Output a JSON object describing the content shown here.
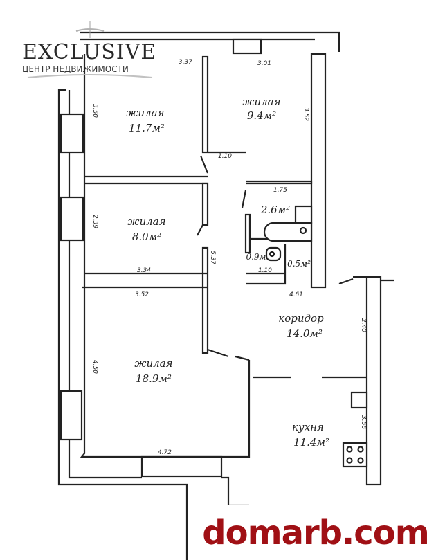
{
  "logo": {
    "title": "EXCLUSIVE",
    "subtitle": "ЦЕНТР НЕДВИЖИМОСТИ"
  },
  "watermark": "domarb.com",
  "rooms": {
    "r1": {
      "name": "жилая",
      "area": "11.7м²"
    },
    "r2": {
      "name": "жилая",
      "area": "9.4м²"
    },
    "r3": {
      "name": "жилая",
      "area": "8.0м²"
    },
    "r4": {
      "name": "жилая",
      "area": "18.9м²"
    },
    "bath": {
      "area": "2.6м²"
    },
    "wc": {
      "area": "0.9м"
    },
    "closet": {
      "area": "0.5м²"
    },
    "corridor": {
      "name": "коридор",
      "area": "14.0м²"
    },
    "kitchen": {
      "name": "кухня",
      "area": "11.4м²"
    }
  },
  "dims": {
    "d1": "3.37",
    "d2": "3.01",
    "d3": "3.50",
    "d4": "3.52",
    "d5": "1.10",
    "d6": "1.75",
    "d7": "2.39",
    "d8": "5.37",
    "d9": "3.34",
    "d10": "3.52",
    "d11": "4.61",
    "d12": "2.40",
    "d13": "4.50",
    "d14": "3.56",
    "d15": "4.72",
    "d16": "1.10"
  },
  "colors": {
    "watermark": "#a01015",
    "lines": "#222222"
  }
}
